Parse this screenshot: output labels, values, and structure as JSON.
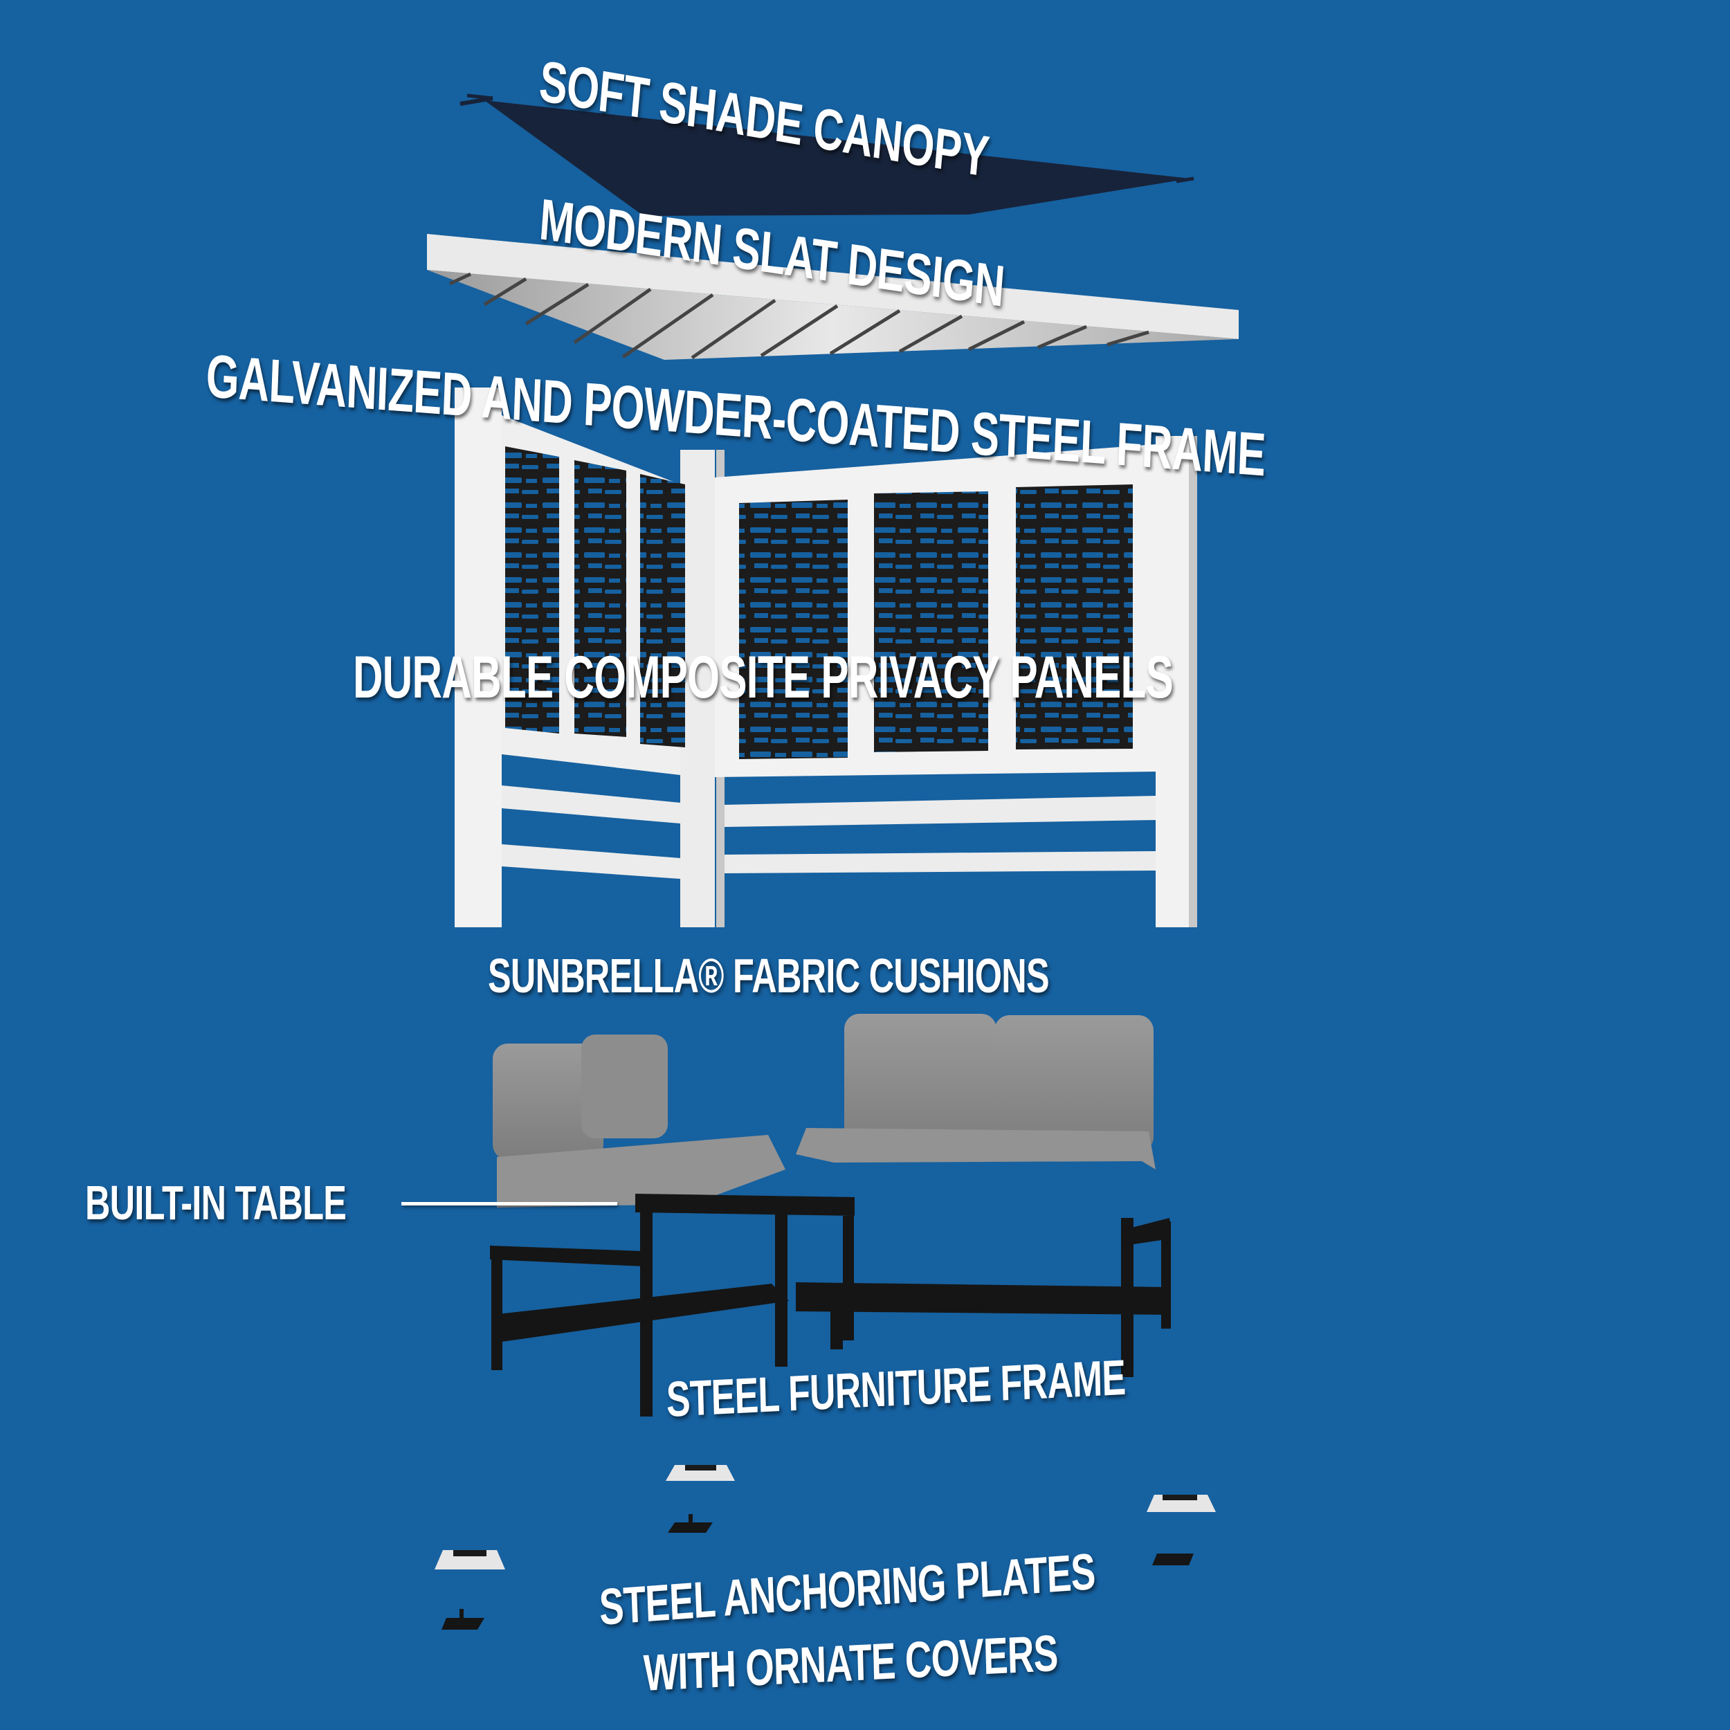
{
  "background_color": "#1661a0",
  "title": "Exploded view of pergola privacy seating kit",
  "callouts": {
    "canopy": "SOFT SHADE CANOPY",
    "slat": "MODERN SLAT DESIGN",
    "frame": "GALVANIZED AND POWDER-COATED STEEL FRAME",
    "panels": "DURABLE COMPOSITE PRIVACY PANELS",
    "cushions": "SUNBRELLA® FABRIC CUSHIONS",
    "table": "BUILT-IN TABLE",
    "furniture_frame": "STEEL FURNITURE FRAME",
    "anchoring_line1": "STEEL ANCHORING PLATES",
    "anchoring_line2": "WITH ORNATE COVERS"
  },
  "components": [
    {
      "id": "canopy",
      "color": "#17233a"
    },
    {
      "id": "slat-roof",
      "color": "#e6e6e6"
    },
    {
      "id": "frame",
      "color": "#f0f0f0"
    },
    {
      "id": "privacy-panels",
      "count": 6,
      "color": "#1e1e1e"
    },
    {
      "id": "cushions",
      "count": 4,
      "color": "#8f8f8f"
    },
    {
      "id": "furniture-frame",
      "color": "#141414"
    },
    {
      "id": "post-covers",
      "count": 3,
      "color": "#e8e8e8"
    },
    {
      "id": "anchor-plates",
      "count": 3,
      "color": "#141414"
    }
  ]
}
